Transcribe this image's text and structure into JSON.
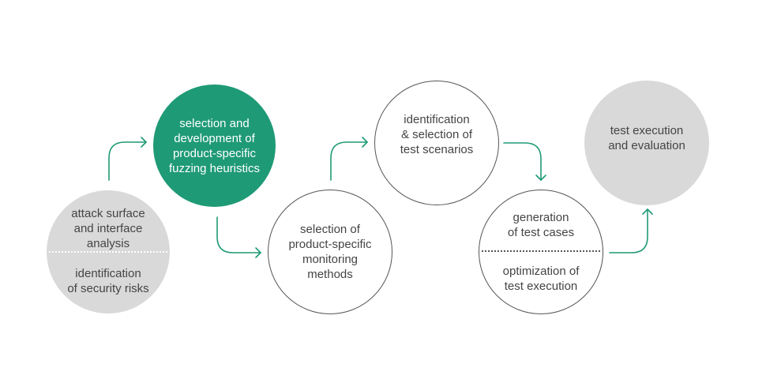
{
  "nodes": {
    "n1": {
      "lines_top": [
        "attack surface",
        "and interface",
        "analysis"
      ],
      "lines_bottom": [
        "identification",
        "of security risks"
      ],
      "color": "#d9d9d9"
    },
    "n2": {
      "lines": [
        "selection and",
        "development of",
        "product-specific",
        "fuzzing heuristics"
      ],
      "color": "#1f9a76"
    },
    "n3": {
      "lines": [
        "selection of",
        "product-specific",
        "monitoring",
        "methods"
      ]
    },
    "n4": {
      "lines": [
        "identification",
        "& selection of",
        "test scenarios"
      ]
    },
    "n5": {
      "lines_top": [
        "generation",
        "of test cases"
      ],
      "lines_bottom": [
        "optimization of",
        "test execution"
      ]
    },
    "n6": {
      "lines": [
        "test execution",
        "and evaluation"
      ],
      "color": "#d9d9d9"
    }
  },
  "arrow_color": "#1f9a76"
}
